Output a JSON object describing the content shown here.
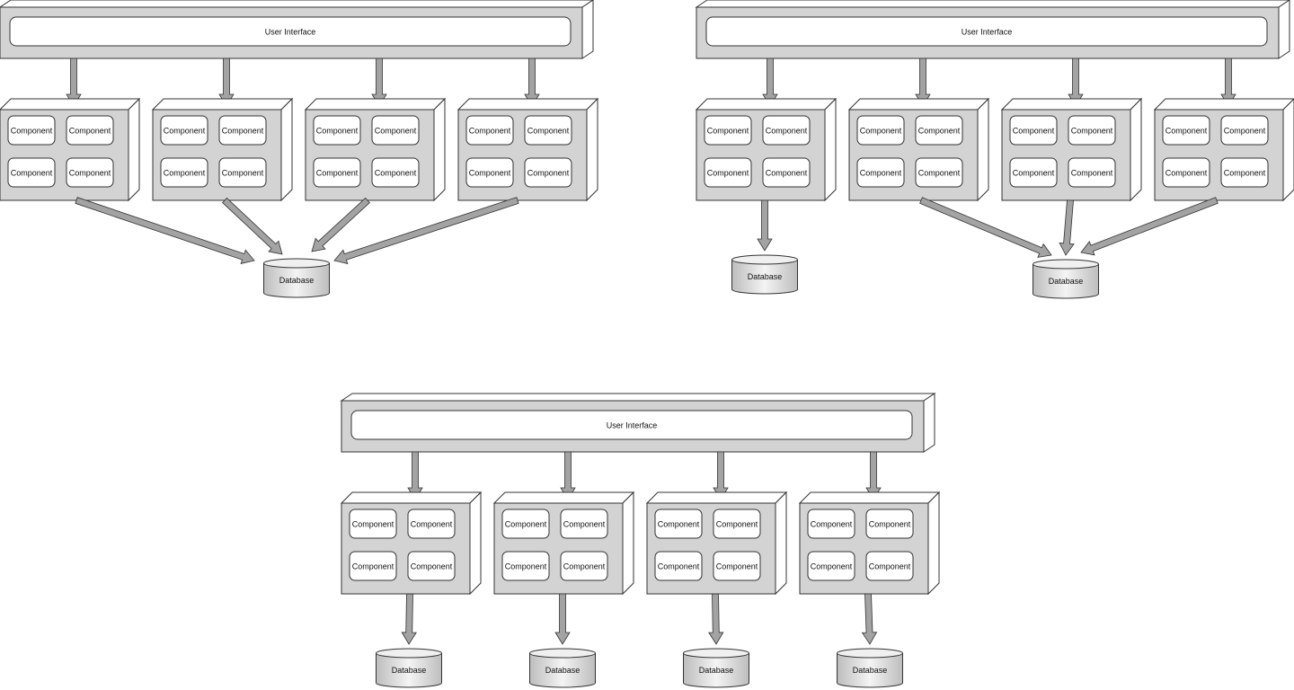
{
  "colors": {
    "box_fill": "#d3d3d3",
    "pill_fill": "#ffffff",
    "arrow_fill": "#a3a3a3",
    "stroke": "#333333",
    "db_fill": "#e2e2e2"
  },
  "diagrams": [
    {
      "ui_label": "User Interface",
      "modules": [
        {
          "components": [
            "Component",
            "Component",
            "Component",
            "Component"
          ],
          "database": 0
        },
        {
          "components": [
            "Component",
            "Component",
            "Component",
            "Component"
          ],
          "database": 0
        },
        {
          "components": [
            "Component",
            "Component",
            "Component",
            "Component"
          ],
          "database": 0
        },
        {
          "components": [
            "Component",
            "Component",
            "Component",
            "Component"
          ],
          "database": 0
        }
      ],
      "databases": [
        "Database"
      ]
    },
    {
      "ui_label": "User Interface",
      "modules": [
        {
          "components": [
            "Component",
            "Component",
            "Component",
            "Component"
          ],
          "database": 0
        },
        {
          "components": [
            "Component",
            "Component",
            "Component",
            "Component"
          ],
          "database": 1
        },
        {
          "components": [
            "Component",
            "Component",
            "Component",
            "Component"
          ],
          "database": 1
        },
        {
          "components": [
            "Component",
            "Component",
            "Component",
            "Component"
          ],
          "database": 1
        }
      ],
      "databases": [
        "Database",
        "Database"
      ]
    },
    {
      "ui_label": "User Interface",
      "modules": [
        {
          "components": [
            "Component",
            "Component",
            "Component",
            "Component"
          ],
          "database": 0
        },
        {
          "components": [
            "Component",
            "Component",
            "Component",
            "Component"
          ],
          "database": 1
        },
        {
          "components": [
            "Component",
            "Component",
            "Component",
            "Component"
          ],
          "database": 2
        },
        {
          "components": [
            "Component",
            "Component",
            "Component",
            "Component"
          ],
          "database": 3
        }
      ],
      "databases": [
        "Database",
        "Database",
        "Database",
        "Database"
      ]
    }
  ]
}
